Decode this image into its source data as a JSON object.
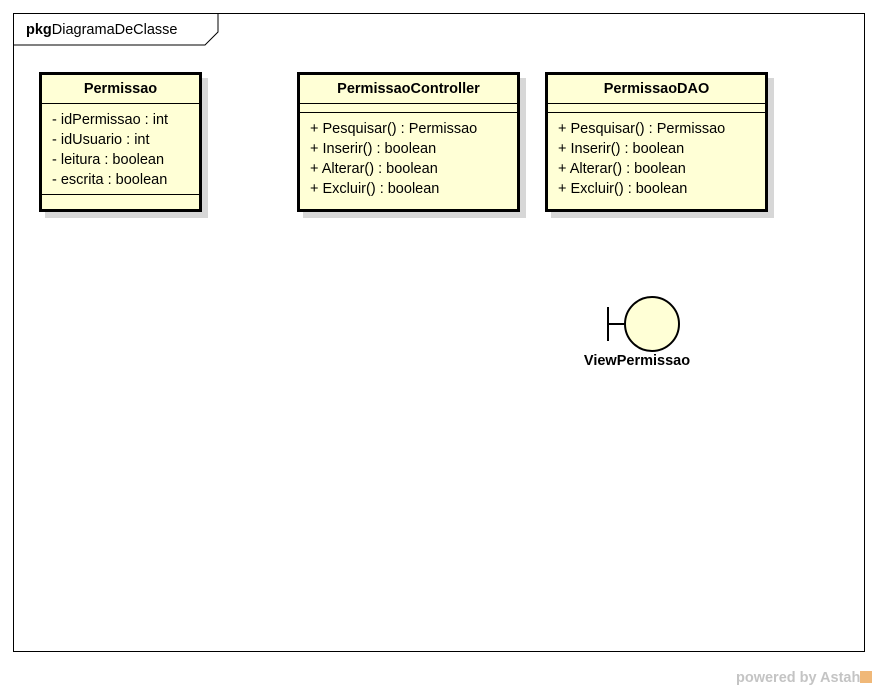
{
  "frame": {
    "keyword": "pkg",
    "name": "DiagramaDeClasse"
  },
  "classes": [
    {
      "name": "Permissao",
      "attributes": [
        "- idPermissao : int",
        "- idUsuario : int",
        "- leitura : boolean",
        "- escrita : boolean"
      ],
      "operations": []
    },
    {
      "name": "PermissaoController",
      "attributes": [],
      "operations": [
        "+ Pesquisar() : Permissao",
        "+ Inserir() : boolean",
        "+ Alterar() : boolean",
        "+ Excluir() : boolean"
      ]
    },
    {
      "name": "PermissaoDAO",
      "attributes": [],
      "operations": [
        "+ Pesquisar() : Permissao",
        "+ Inserir() : boolean",
        "+ Alterar() : boolean",
        "+ Excluir() : boolean"
      ]
    }
  ],
  "boundary": {
    "name": "ViewPermissao",
    "icon": "boundary-icon"
  },
  "watermark": "powered by Astah",
  "colors": {
    "class_fill": "#ffffd6",
    "shadow": "#d7d7d7",
    "watermark": "#c4c4c4"
  }
}
